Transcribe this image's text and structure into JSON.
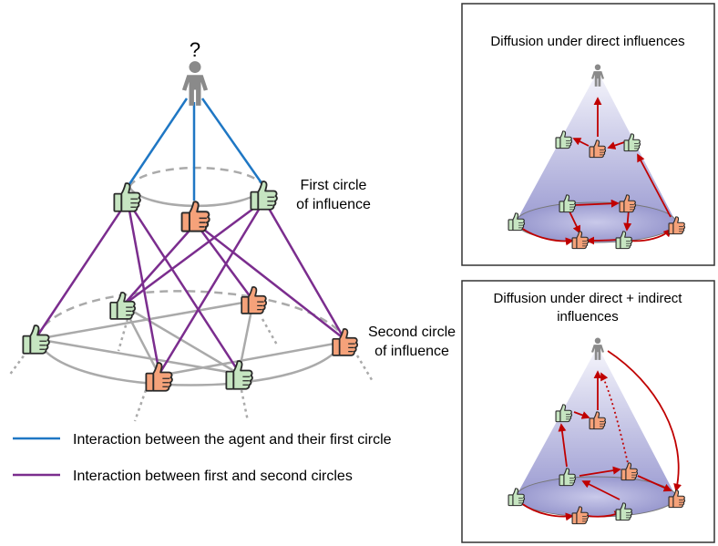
{
  "main": {
    "question_mark": "?",
    "first_circle_label": [
      "First circle",
      "of influence"
    ],
    "second_circle_label": [
      "Second circle",
      "of influence"
    ]
  },
  "legend": {
    "items": [
      {
        "label": "Interaction between the agent and their first circle",
        "color": "#1f77c4"
      },
      {
        "label": "Interaction between first and second circles",
        "color": "#7b2d8e"
      }
    ]
  },
  "panel_direct": {
    "title": "Diffusion under direct influences"
  },
  "panel_indirect": {
    "title_lines": [
      "Diffusion under direct + indirect",
      "influences"
    ]
  },
  "colors": {
    "positive_thumb": "#c6e5c1",
    "negative_thumb": "#f5a27a",
    "agent": "#8a8a8a",
    "arrow": "#c00000",
    "cone_top": "#f4f4fb",
    "cone_bottom": "#9a9ad0",
    "circle_line": "#b0b0b0"
  },
  "icons": [
    "person-icon",
    "thumbs-up-icon"
  ]
}
